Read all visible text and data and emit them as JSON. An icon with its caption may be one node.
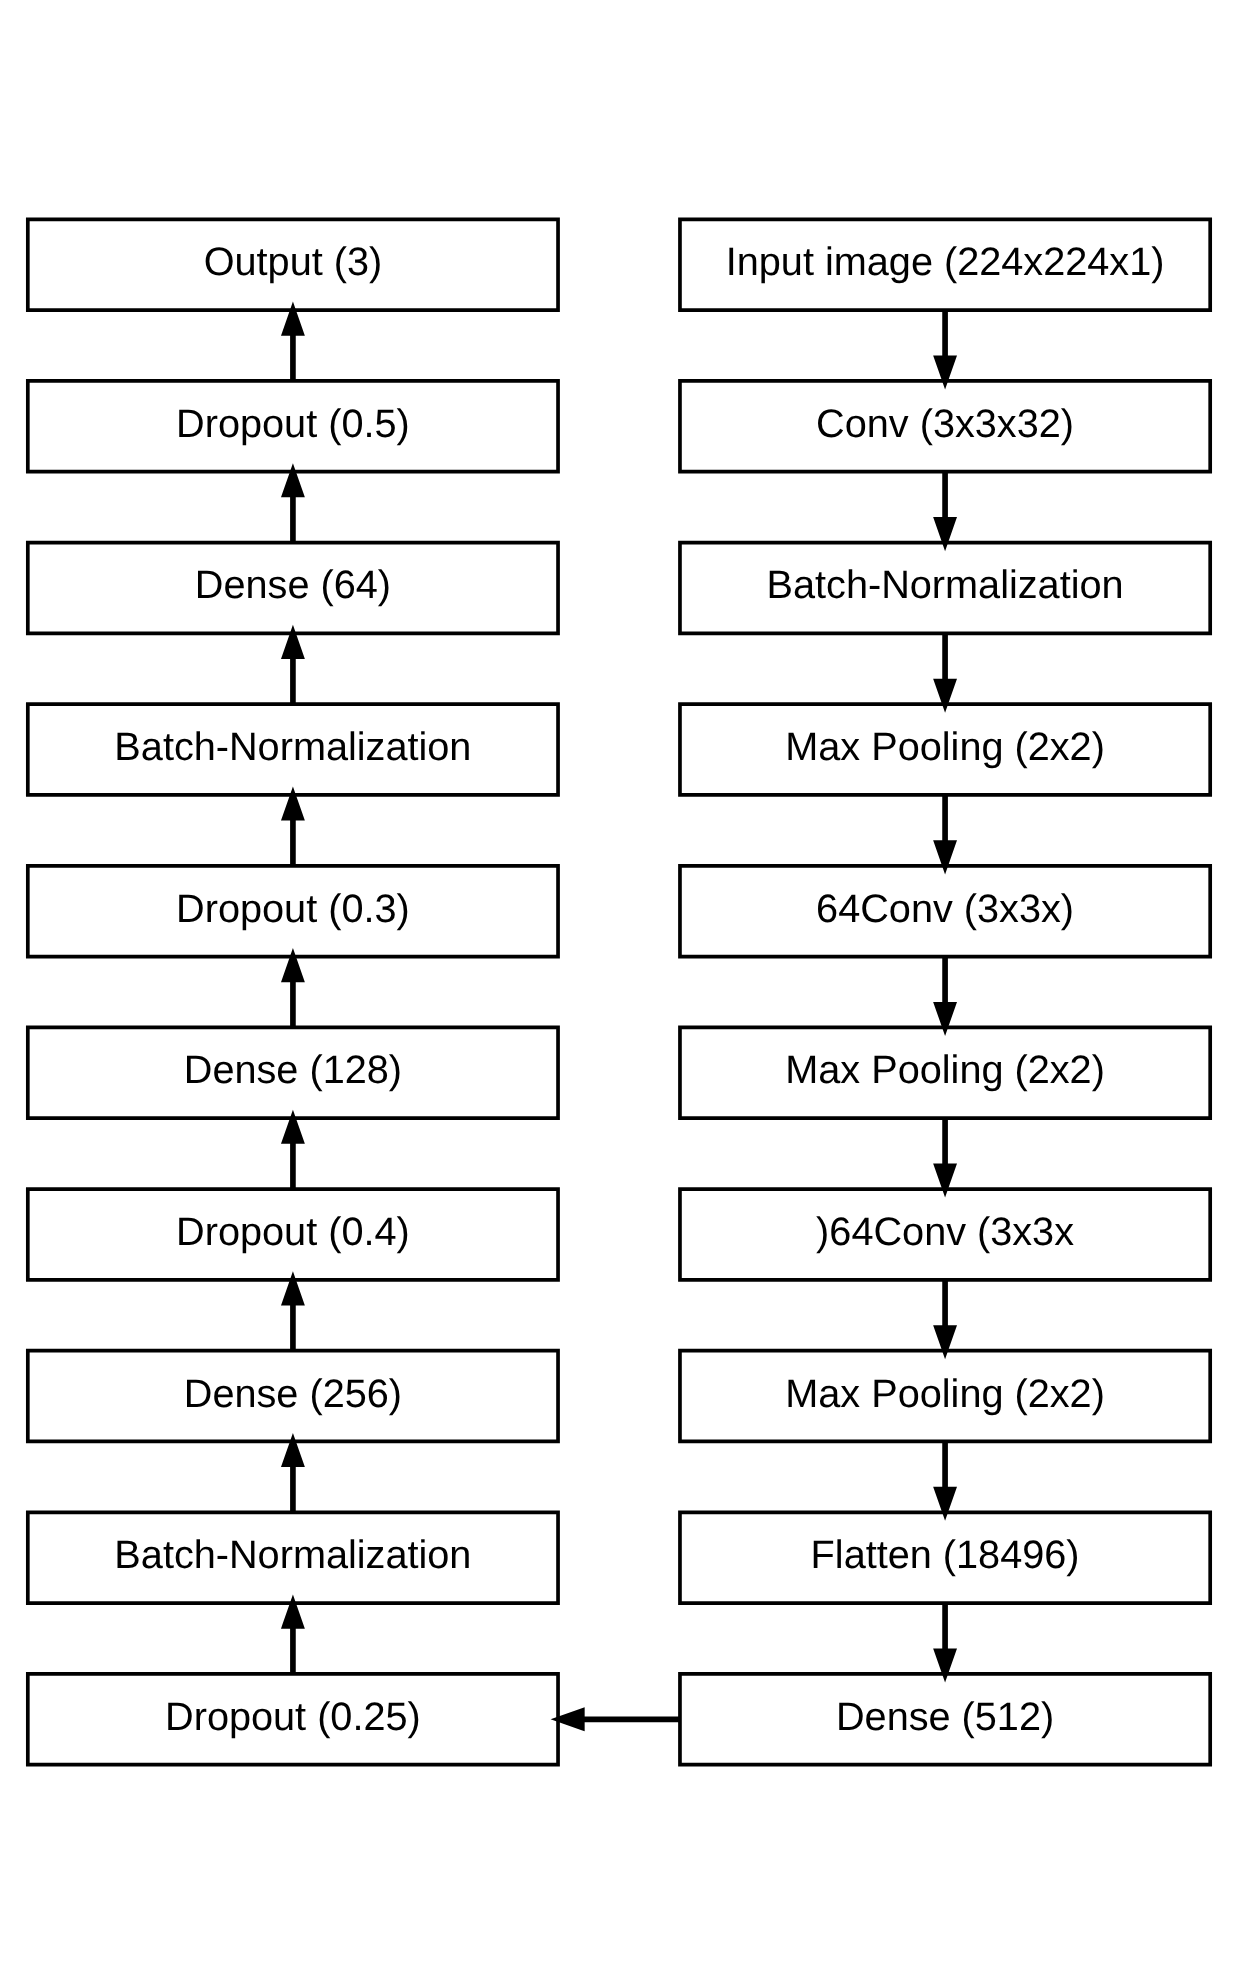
{
  "diagram": {
    "nodes": [
      {
        "text": [
          "Input image (224x224x1)"
        ]
      },
      {
        "text": [
          "Conv (3x3x32)"
        ]
      },
      {
        "text": [
          "Batch-Normalization"
        ]
      },
      {
        "text": [
          "Max Pooling (2x2)"
        ]
      },
      {
        "text": [
          "64Conv (3x3x)"
        ]
      },
      {
        "text": [
          "Max Pooling (2x2)"
        ]
      },
      {
        "text": [
          ")64Conv (3x3x"
        ]
      },
      {
        "text": [
          "Max Pooling (2x2)"
        ]
      },
      {
        "text": [
          "Flatten (18496)"
        ]
      },
      {
        "text": [
          "Dense (512)"
        ]
      },
      {
        "text": [
          "Output (3)"
        ]
      },
      {
        "text": [
          "Dropout (0.5)"
        ]
      },
      {
        "text": [
          "Dense (64)"
        ]
      },
      {
        "text": [
          "Batch-Normalization"
        ]
      },
      {
        "text": [
          "Dropout (0.3)"
        ]
      },
      {
        "text": [
          "Dense (128)"
        ]
      },
      {
        "text": [
          "Dropout (0.4)"
        ]
      },
      {
        "text": [
          "Dense (256)"
        ]
      },
      {
        "text": [
          "Batch-Normalization"
        ]
      },
      {
        "text": [
          "Dropout (0.25)"
        ]
      }
    ],
    "edges": [
      {
        "from": 0,
        "to": 1,
        "arrow": "to"
      },
      {
        "from": 1,
        "to": 2,
        "arrow": "to"
      },
      {
        "from": 2,
        "to": 3,
        "arrow": "to"
      },
      {
        "from": 3,
        "to": 4,
        "arrow": "to"
      },
      {
        "from": 4,
        "to": 5,
        "arrow": "to"
      },
      {
        "from": 5,
        "to": 6,
        "arrow": "to"
      },
      {
        "from": 6,
        "to": 7,
        "arrow": "to"
      },
      {
        "from": 7,
        "to": 8,
        "arrow": "to"
      },
      {
        "from": 8,
        "to": 9,
        "arrow": "to"
      },
      {
        "from": 9,
        "to": 19,
        "arrow": "to"
      },
      {
        "from": 19,
        "to": 18,
        "arrow": "to"
      },
      {
        "from": 18,
        "to": 17,
        "arrow": "to"
      },
      {
        "from": 17,
        "to": 16,
        "arrow": "to"
      },
      {
        "from": 16,
        "to": 15,
        "arrow": "to"
      },
      {
        "from": 15,
        "to": 14,
        "arrow": "to"
      },
      {
        "from": 14,
        "to": 13,
        "arrow": "to"
      },
      {
        "from": 13,
        "to": 12,
        "arrow": "to"
      },
      {
        "from": 12,
        "to": 11,
        "arrow": "to"
      },
      {
        "from": 11,
        "to": 10,
        "arrow": "to"
      }
    ]
  }
}
